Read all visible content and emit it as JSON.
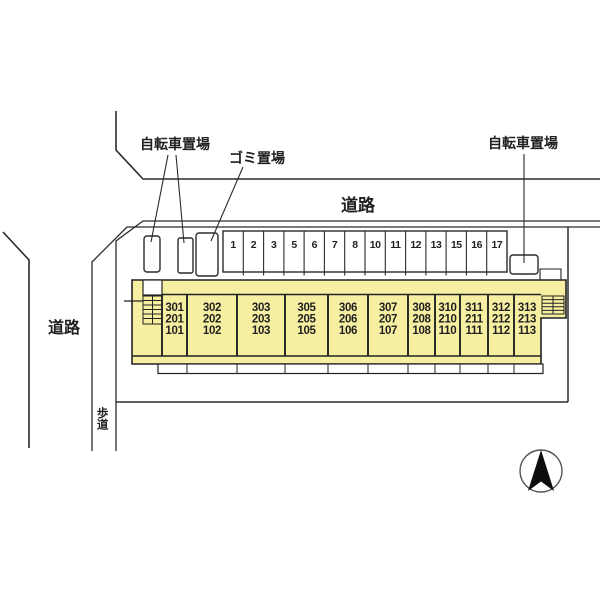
{
  "labels": {
    "bicycle_left": "自転車置場",
    "garbage": "ゴミ置場",
    "bicycle_right": "自転車置場",
    "road_top": "道路",
    "road_left": "道路",
    "sidewalk": "歩道"
  },
  "parking": {
    "stalls": [
      "1",
      "2",
      "3",
      "5",
      "6",
      "7",
      "8",
      "10",
      "11",
      "12",
      "13",
      "15",
      "16",
      "17"
    ]
  },
  "building": {
    "columns": [
      {
        "rooms": [
          "301",
          "201",
          "101"
        ]
      },
      {
        "rooms": [
          "302",
          "202",
          "102"
        ]
      },
      {
        "rooms": [
          "303",
          "203",
          "103"
        ]
      },
      {
        "rooms": [
          "305",
          "205",
          "105"
        ]
      },
      {
        "rooms": [
          "306",
          "206",
          "106"
        ]
      },
      {
        "rooms": [
          "307",
          "207",
          "107"
        ]
      },
      {
        "rooms": [
          "308",
          "208",
          "108"
        ]
      },
      {
        "rooms": [
          "310",
          "210",
          "110"
        ]
      },
      {
        "rooms": [
          "311",
          "211",
          "111"
        ]
      },
      {
        "rooms": [
          "312",
          "212",
          "112"
        ]
      },
      {
        "rooms": [
          "313",
          "213",
          "113"
        ]
      }
    ]
  },
  "compass": {
    "direction": "north"
  },
  "colors": {
    "building_fill": "#F6EFA2",
    "line": "#2B2B2B",
    "north_arrow": "#0D0D0D"
  }
}
